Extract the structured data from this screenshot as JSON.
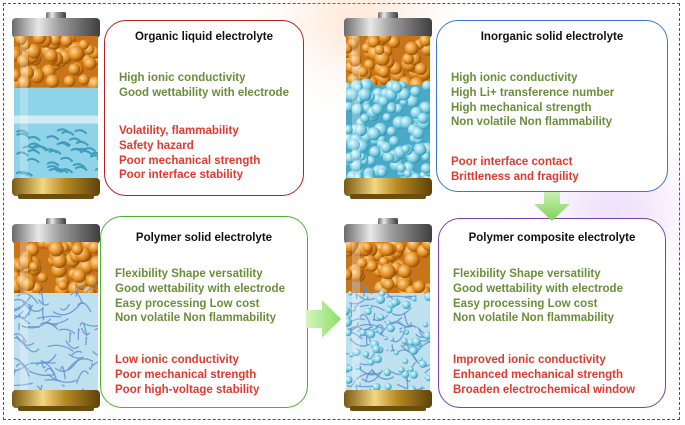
{
  "panels": {
    "organic": {
      "title": "Organic liquid electrolyte",
      "pros": [
        "High ionic conductivity",
        "Good wettability with electrode"
      ],
      "cons": [
        "Volatility, flammability",
        "Safety hazard",
        "Poor mechanical strength",
        "Poor interface stability"
      ],
      "border": "#b22222"
    },
    "inorganic": {
      "title": "Inorganic solid electrolyte",
      "pros": [
        "High ionic conductivity",
        "High Li+ transference number",
        "High mechanical strength",
        "Non volatile Non flammability"
      ],
      "cons": [
        "Poor interface contact",
        "Brittleness and fragility"
      ],
      "border": "#3a78c8"
    },
    "polymer": {
      "title": "Polymer solid electrolyte",
      "pros": [
        "Flexibility Shape versatility",
        "Good wettability with electrode",
        "Easy processing Low cost",
        "Non volatile Non flammability"
      ],
      "cons": [
        "Low ionic conductivity",
        "Poor mechanical strength",
        "Poor high-voltage stability"
      ],
      "border": "#4caf30"
    },
    "composite": {
      "title": "Polymer composite electrolyte",
      "pros": [
        "Flexibility Shape versatility",
        "Good wettability with electrode",
        "Easy processing Low cost",
        "Non volatile Non flammability"
      ],
      "cons": [
        "Improved ionic conductivity",
        "Enhanced mechanical strength",
        "Broaden electrochemical window"
      ],
      "border": "#7b3fa8"
    }
  },
  "colors": {
    "pro_text": "#6b8e3a",
    "con_text": "#e03a2e",
    "arrow": "#9be07a",
    "anode": "#e89a2c",
    "electrolyte": "#7fd0e6"
  },
  "icons": [
    "battery-liquid-icon",
    "battery-inorganic-icon",
    "battery-polymer-icon",
    "battery-composite-icon",
    "arrow-down-icon",
    "arrow-right-icon"
  ]
}
